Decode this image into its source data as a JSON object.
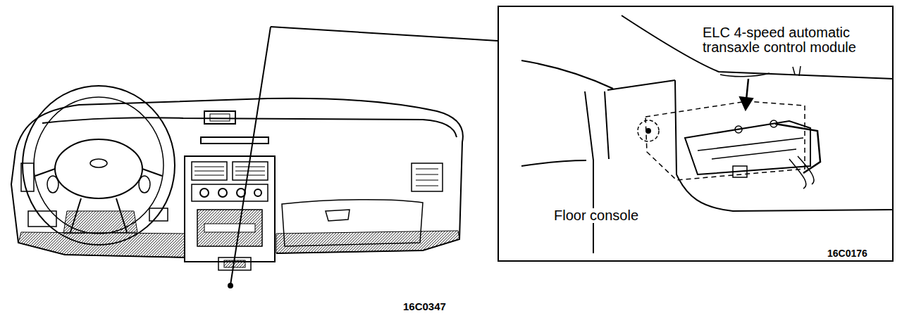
{
  "diagram": {
    "nodes": [
      {
        "text": [
          "ELC 4-speed automatic transaxle control module",
          "Floor console",
          "16C0176"
        ]
      }
    ],
    "labels": [
      "16C0347"
    ]
  }
}
